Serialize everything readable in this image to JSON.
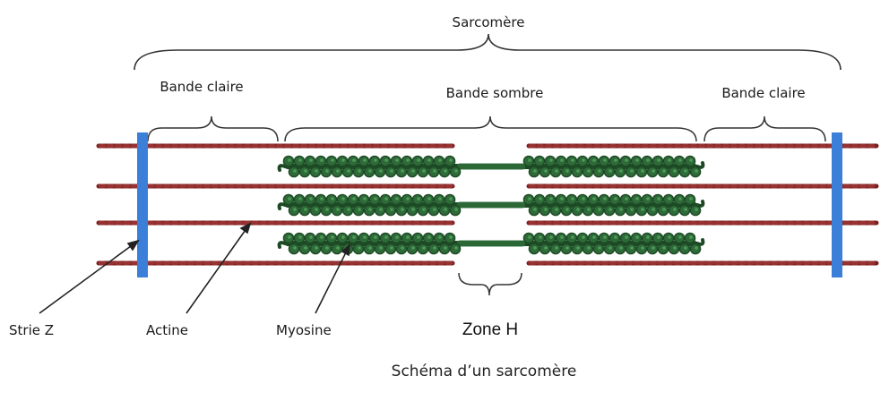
{
  "labels": {
    "sarcomere": "Sarcomère",
    "bande_claire_left": "Bande claire",
    "bande_sombre": "Bande sombre",
    "bande_claire_right": "Bande claire",
    "strie_z": "Strie Z",
    "actine": "Actine",
    "myosine": "Myosine",
    "zone_h": "Zone H",
    "caption": "Schéma d’un sarcomère"
  },
  "colors": {
    "actin": "#7a1f1f",
    "actin_highlight": "#a33a3a",
    "myosin": "#2e6b38",
    "myosin_dark": "#1d4a25",
    "myosin_light": "#4f9a5a",
    "z_disc": "#3b7fd9",
    "bracket": "#333333",
    "arrow": "#222222"
  }
}
